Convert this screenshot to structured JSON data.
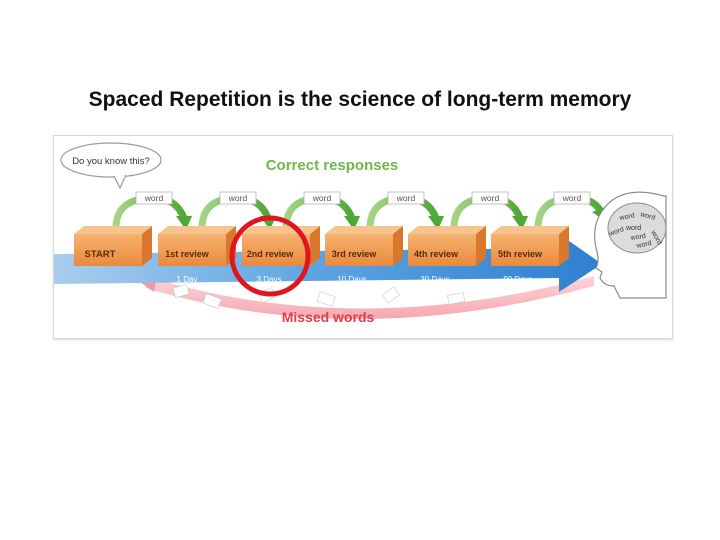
{
  "slide": {
    "title": "Spaced Repetition is the science of long-term memory"
  },
  "diagram": {
    "question_bubble": "Do you know this?",
    "correct_label": "Correct responses",
    "missed_label": "Missed words",
    "word_tag": "word",
    "stages": [
      {
        "label": "START",
        "interval": ""
      },
      {
        "label": "1st review",
        "interval": "1 Day"
      },
      {
        "label": "2nd review",
        "interval": "3 Days"
      },
      {
        "label": "3rd review",
        "interval": "10 Days"
      },
      {
        "label": "4th review",
        "interval": "30 Days"
      },
      {
        "label": "5th review",
        "interval": "90 Days"
      }
    ],
    "brain_words": [
      "word",
      "word",
      "word",
      "word",
      "word",
      "word",
      "word"
    ],
    "highlighted_stage_index": 2,
    "colors": {
      "correct": "#6fb84a",
      "missed": "#e33b4a",
      "arrow_blue": "#3d8fd8",
      "box_orange": "#f3a35a",
      "highlight": "#e0161e"
    }
  }
}
